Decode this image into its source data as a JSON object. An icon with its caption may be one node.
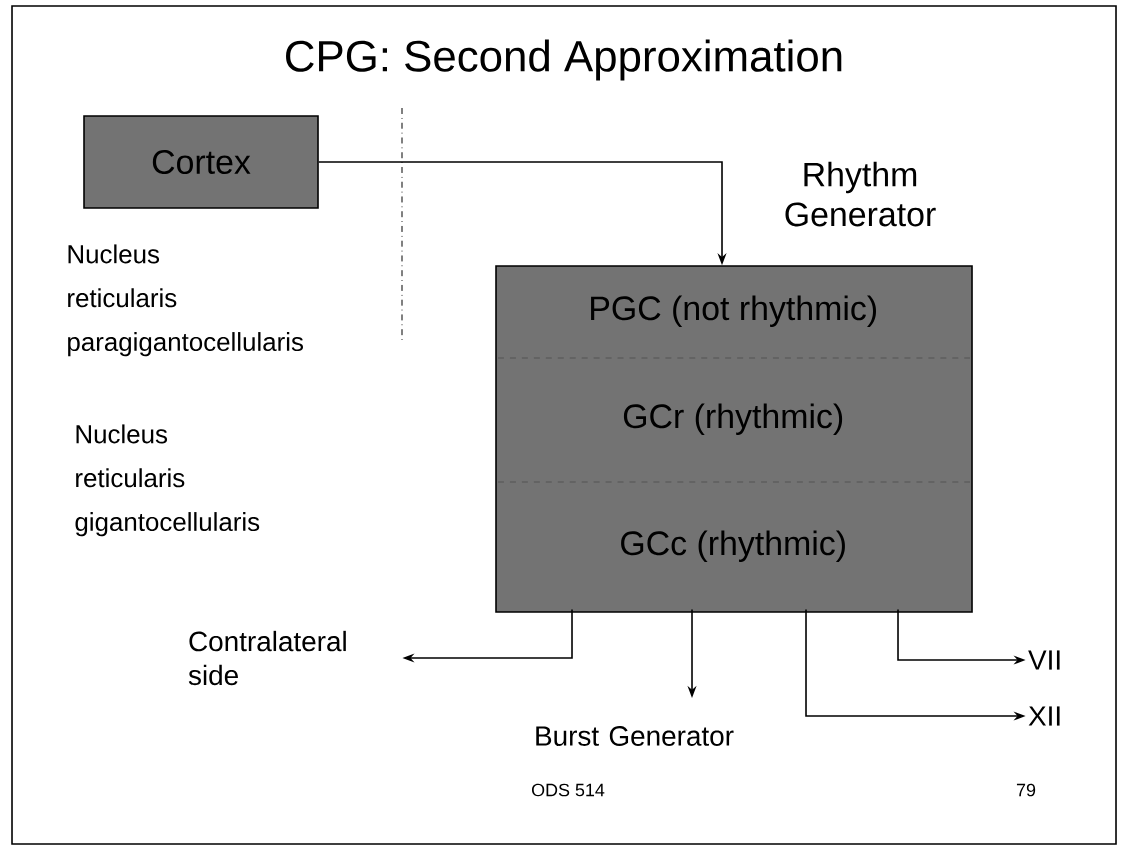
{
  "diagram": {
    "title": "CPG:  Second Approximation",
    "nodes": [
      {
        "text": [
          "Cortex"
        ]
      },
      {
        "text": [
          "Rhythm Generator"
        ]
      },
      {
        "text": [
          "PGC (not rhythmic)"
        ],
        "in": 1
      },
      {
        "text": [
          "GCr (rhythmic)"
        ],
        "in": 1
      },
      {
        "text": [
          "GCc (rhythmic)"
        ],
        "in": 1
      },
      {
        "text": [
          "Contralateral side"
        ]
      },
      {
        "text": [
          "Burst Generator"
        ]
      },
      {
        "text": [
          "VII"
        ]
      },
      {
        "text": [
          "XII"
        ]
      }
    ],
    "edges": [
      {
        "from": 0,
        "to": 1,
        "arrow": "to"
      },
      {
        "from": 4,
        "to": 5,
        "arrow": "to"
      },
      {
        "from": 4,
        "to": 6,
        "arrow": "to"
      },
      {
        "from": 4,
        "to": 7,
        "arrow": "to"
      },
      {
        "from": 4,
        "to": 8,
        "arrow": "to"
      }
    ],
    "labels": [
      "Nucleus reticularis paragigantocellularis",
      "Nucleus reticularis gigantocellularis",
      "ODS 514",
      "79"
    ]
  }
}
